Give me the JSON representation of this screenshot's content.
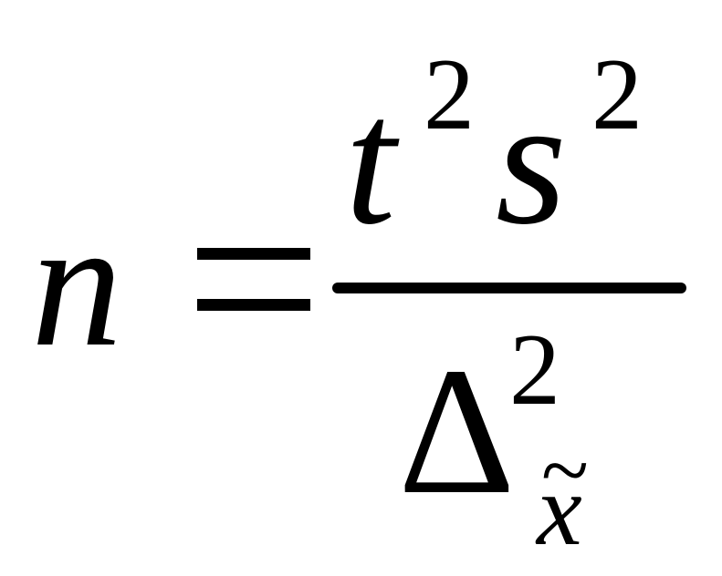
{
  "formula": {
    "lhs": "n",
    "equals": "=",
    "numerator": {
      "base1": "t",
      "base1_exponent": "2",
      "base2": "s",
      "base2_exponent": "2"
    },
    "denominator": {
      "base": "Δ",
      "exponent": "2",
      "subscript": "x",
      "subscript_accent": "~"
    }
  }
}
